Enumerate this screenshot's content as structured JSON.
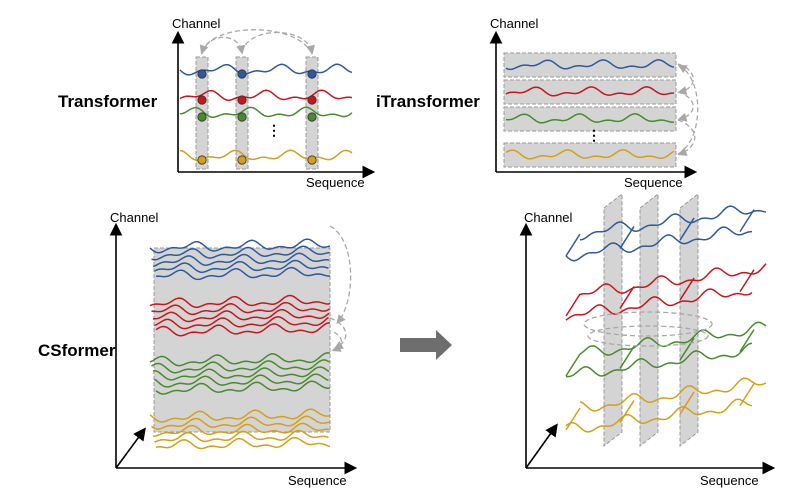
{
  "labels": {
    "transformer": "Transformer",
    "itransformer": "iTransformer",
    "csformer": "CSformer",
    "channel": "Channel",
    "sequence": "Sequence",
    "ellipsis": "⋮"
  },
  "colors": {
    "blue": "#2e5a9c",
    "red": "#c8161d",
    "green": "#4a8a2e",
    "yellow": "#d4a017",
    "arrow": "#6e6e6e"
  },
  "icons": {
    "transition_arrow": "right-arrow-icon"
  }
}
